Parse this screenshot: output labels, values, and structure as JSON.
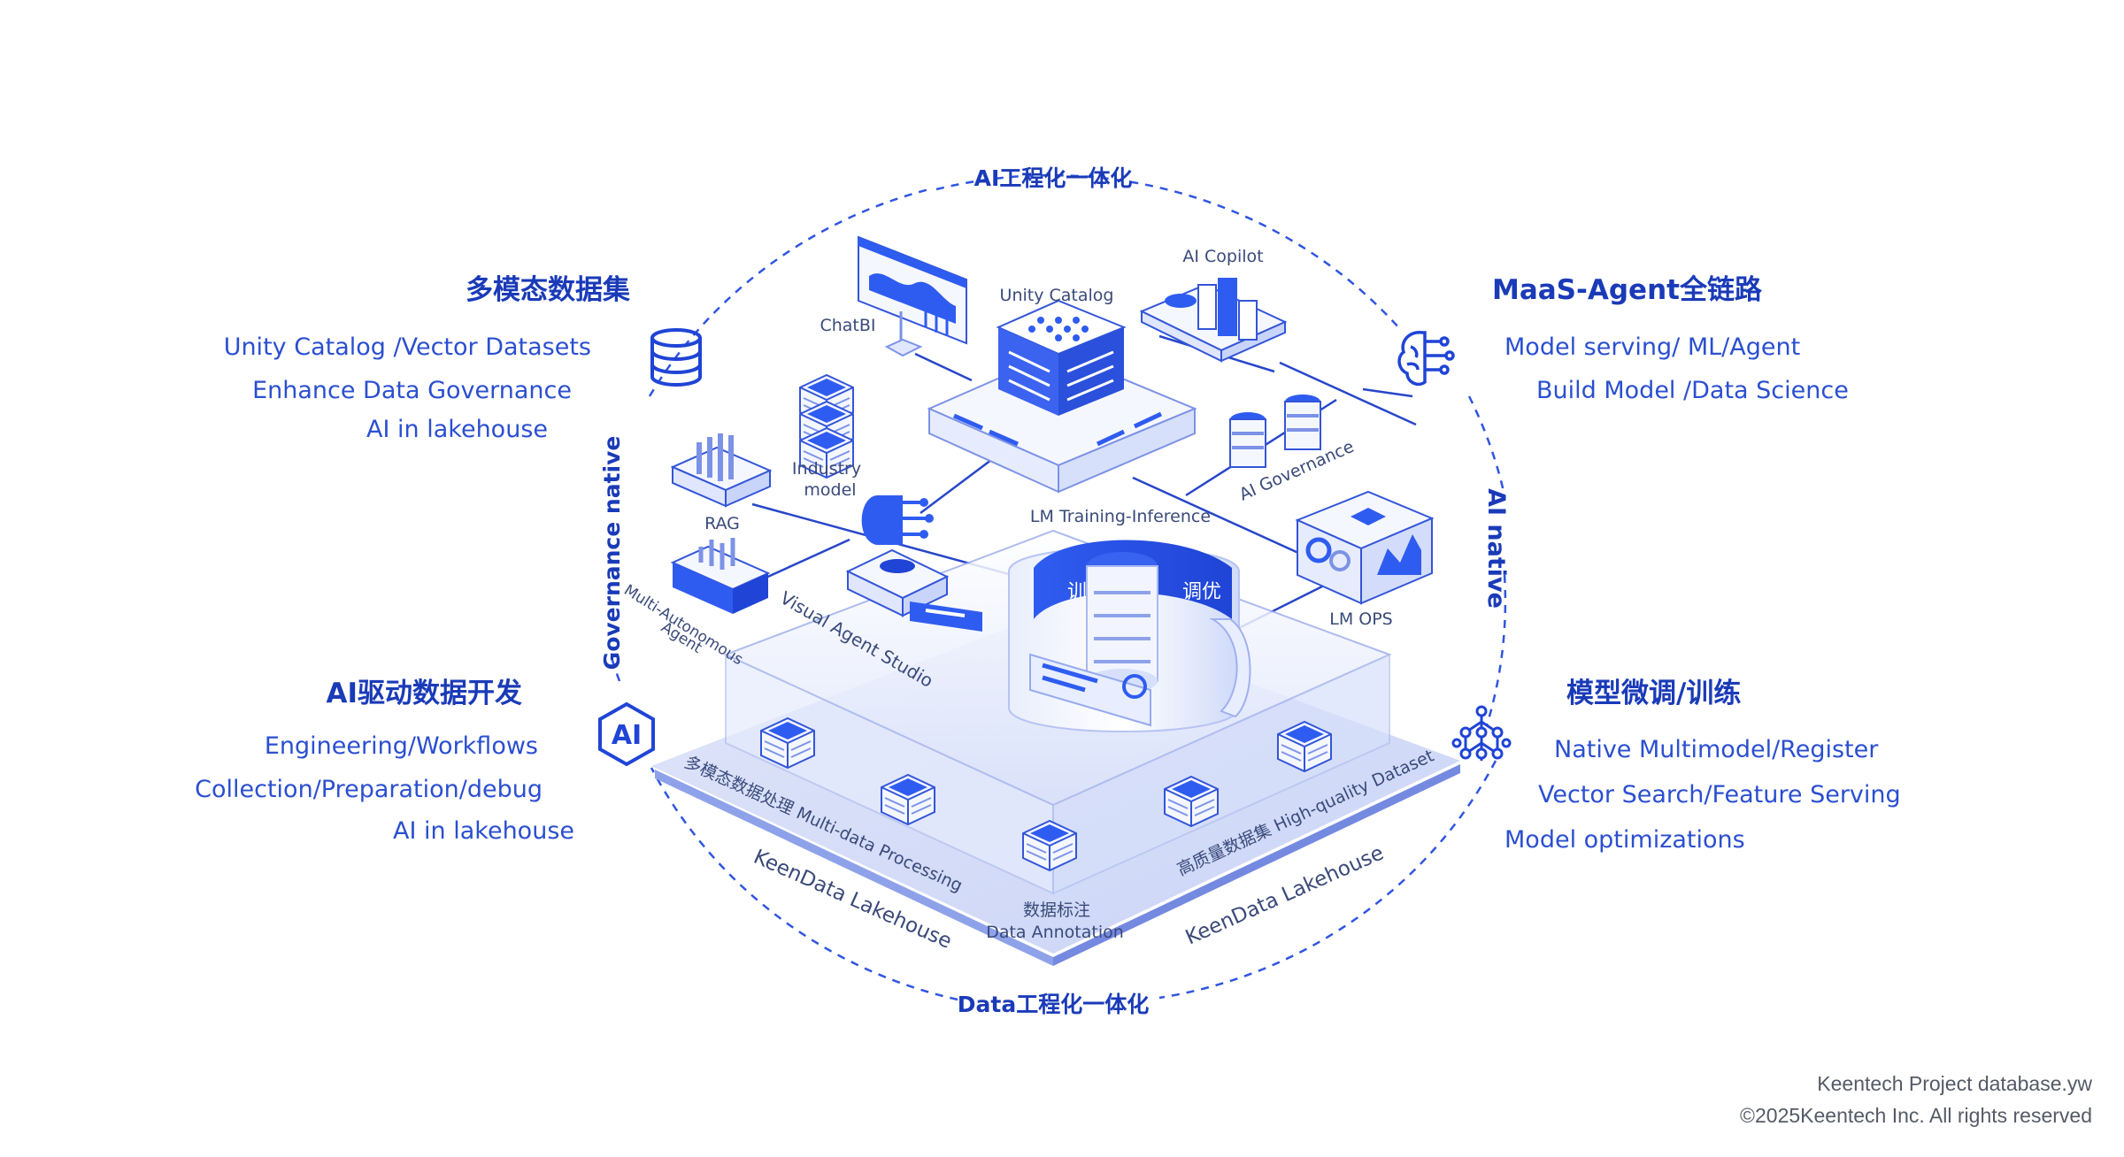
{
  "ring": {
    "top_title": "AI工程化一体化",
    "bottom_title": "Data工程化一体化",
    "left_vertical": "Governance native",
    "right_vertical": "AI native"
  },
  "sections": {
    "multimodal": {
      "title": "多模态数据集",
      "items": [
        "Unity Catalog /Vector Datasets",
        "Enhance Data Governance",
        "AI in lakehouse"
      ],
      "icon": "database-icon"
    },
    "ai_dev": {
      "title": "AI驱动数据开发",
      "items": [
        "Engineering/Workflows",
        "Collection/Preparation/debug",
        "AI in lakehouse"
      ],
      "icon": "ai-hexagon-icon",
      "icon_text": "AI"
    },
    "maas": {
      "title": "MaaS-Agent全链路",
      "items": [
        "Model serving/ ML/Agent",
        "Build Model /Data Science"
      ],
      "icon": "brain-circuit-icon"
    },
    "finetune": {
      "title": "模型微调/训练",
      "items": [
        "Native Multimodel/Register",
        "Vector Search/Feature Serving",
        "Model optimizations"
      ],
      "icon": "neural-network-icon"
    }
  },
  "nodes": {
    "chatbi": "ChatBI",
    "unity_catalog": "Unity Catalog",
    "ai_copilot": "AI Copilot",
    "industry_model_1": "Industry",
    "industry_model_2": "model",
    "rag": "RAG",
    "ai_governance": "AI Governance",
    "lm_training": "LM Training-Inference",
    "lm_ops": "LM OPS",
    "multi_agent_1": "Multi-Autonomous",
    "multi_agent_2": "Agent",
    "visual_agent": "Visual Agent Studio",
    "train": "训练",
    "tune": "调优"
  },
  "platform": {
    "multi_data": "多模态数据处理 Multi-data Processing",
    "high_quality": "高质量数据集 High-quality Dataset",
    "annotation_cn": "数据标注",
    "annotation_en": "Data Annotation",
    "lakehouse_left": "KeenData Lakehouse",
    "lakehouse_right": "KeenData Lakehouse"
  },
  "footer": {
    "line1": "Keentech Project database.yw",
    "line2": "©2025Keentech Inc. All rights reserved"
  },
  "colors": {
    "accent": "#1a3bb8",
    "primary_blue": "#2f5cf0",
    "light_blue": "#dfe7ff",
    "line": "#2846c8"
  }
}
